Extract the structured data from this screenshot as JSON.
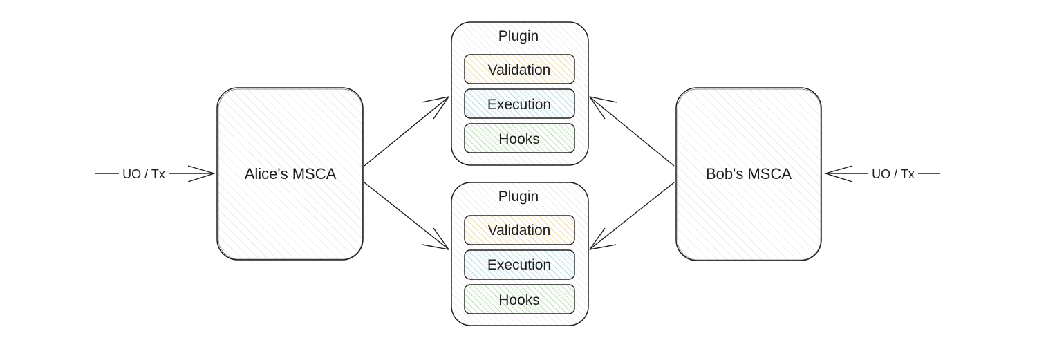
{
  "diagram": {
    "left_account": {
      "label": "Alice's MSCA"
    },
    "right_account": {
      "label": "Bob's MSCA"
    },
    "left_input": {
      "label": "UO / Tx"
    },
    "right_input": {
      "label": "UO / Tx"
    },
    "plugins": [
      {
        "title": "Plugin",
        "components": [
          {
            "label": "Validation",
            "color": "#f5d98b"
          },
          {
            "label": "Execution",
            "color": "#a5d8ea"
          },
          {
            "label": "Hooks",
            "color": "#a9dba0"
          }
        ]
      },
      {
        "title": "Plugin",
        "components": [
          {
            "label": "Validation",
            "color": "#f5d98b"
          },
          {
            "label": "Execution",
            "color": "#a5d8ea"
          },
          {
            "label": "Hooks",
            "color": "#a9dba0"
          }
        ]
      }
    ],
    "colors": {
      "stroke": "#1e1e1e",
      "box_hatch": "#d8d8d8",
      "plugin_hatch": "#dcdcdc"
    }
  }
}
